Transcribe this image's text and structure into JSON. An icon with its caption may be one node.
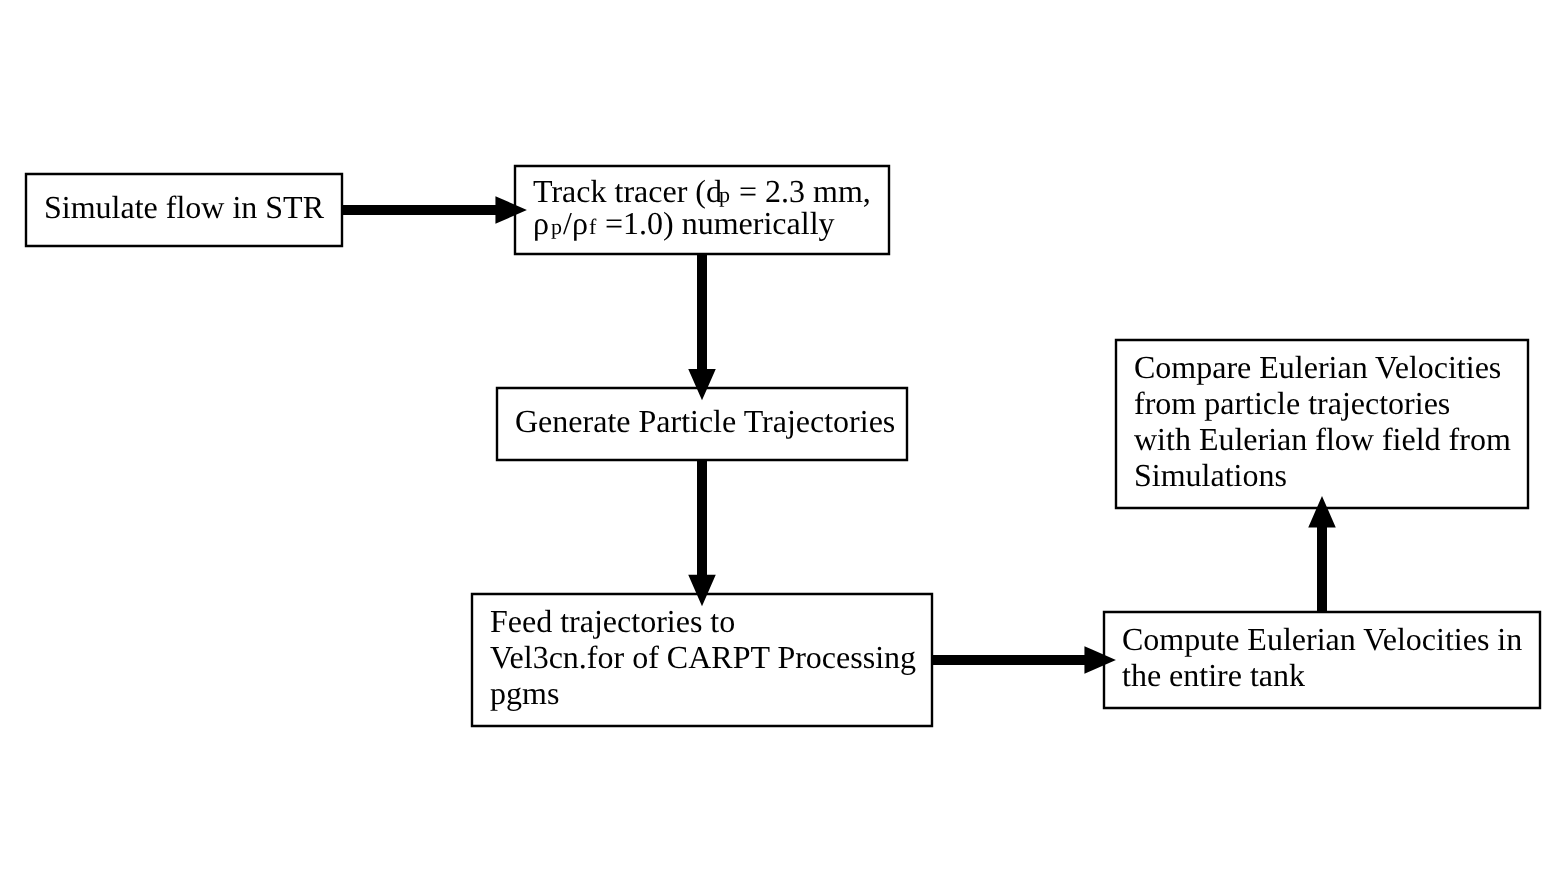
{
  "diagram": {
    "nodes": [
      {
        "text": [
          "Simulate flow in STR"
        ]
      },
      {
        "text": [
          "Track tracer (d$_{p}$ = 2.3 mm, ρ$_{p}$/ρ$_{f}$ =1.0) numerically"
        ]
      },
      {
        "text": [
          "Compare Eulerian Velocities from particle trajectories with Eulerian flow field from Simulations"
        ]
      },
      {
        "text": [
          "Generate Particle Trajectories"
        ]
      },
      {
        "text": [
          "Compute Eulerian Velocities in the entire tank"
        ]
      },
      {
        "text": [
          "Feed trajectories to Vel3cn.for of CARPT Processing pgms"
        ]
      }
    ],
    "edges": [
      {
        "from": 0,
        "to": 1,
        "arrow": "to"
      },
      {
        "from": 1,
        "to": 3,
        "arrow": "to"
      },
      {
        "from": 3,
        "to": 5,
        "arrow": "to"
      },
      {
        "from": 5,
        "to": 4,
        "arrow": "to"
      },
      {
        "from": 4,
        "to": 2,
        "arrow": "to"
      }
    ]
  }
}
